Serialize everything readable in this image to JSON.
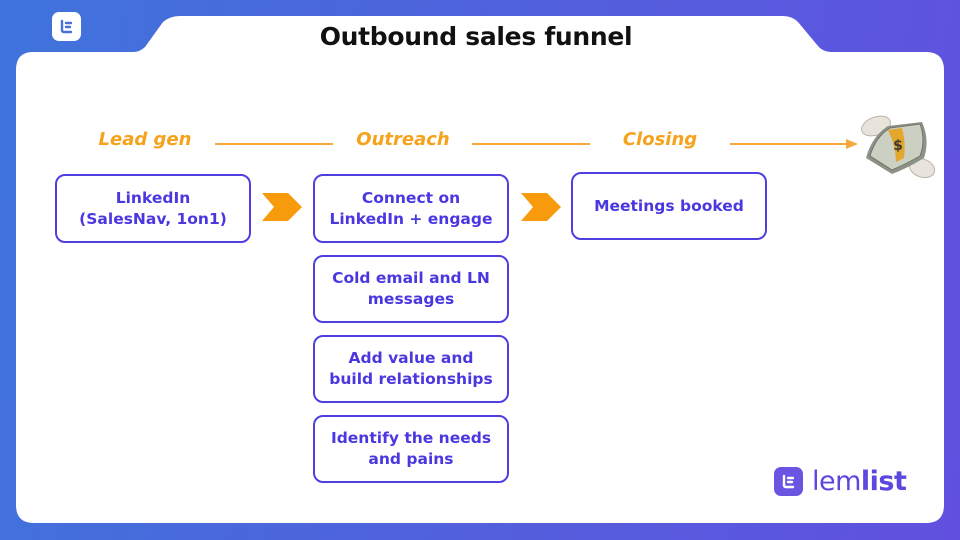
{
  "title": "Outbound sales funnel",
  "colors": {
    "accent_orange": "#f7a21b",
    "box_border": "#4f3fe0",
    "box_text": "#4a37e0",
    "brand_purple": "#6a55e3"
  },
  "stages": [
    {
      "label": "Lead gen"
    },
    {
      "label": "Outreach"
    },
    {
      "label": "Closing"
    }
  ],
  "lead_gen": {
    "steps": [
      {
        "line1": "LinkedIn",
        "line2": "(SalesNav, 1on1)"
      }
    ]
  },
  "outreach": {
    "steps": [
      {
        "line1": "Connect on",
        "line2": "LinkedIn + engage"
      },
      {
        "line1": "Cold email and LN",
        "line2": "messages"
      },
      {
        "line1": "Add value and",
        "line2": "build relationships"
      },
      {
        "line1": "Identify the needs",
        "line2": "and pains"
      }
    ]
  },
  "closing": {
    "steps": [
      {
        "line1": "Meetings booked"
      }
    ]
  },
  "end_icon": "money-with-wings-icon",
  "brand": {
    "name_light": "lem",
    "name_bold": "list",
    "logo_icon": "lemlist-logo-icon"
  }
}
